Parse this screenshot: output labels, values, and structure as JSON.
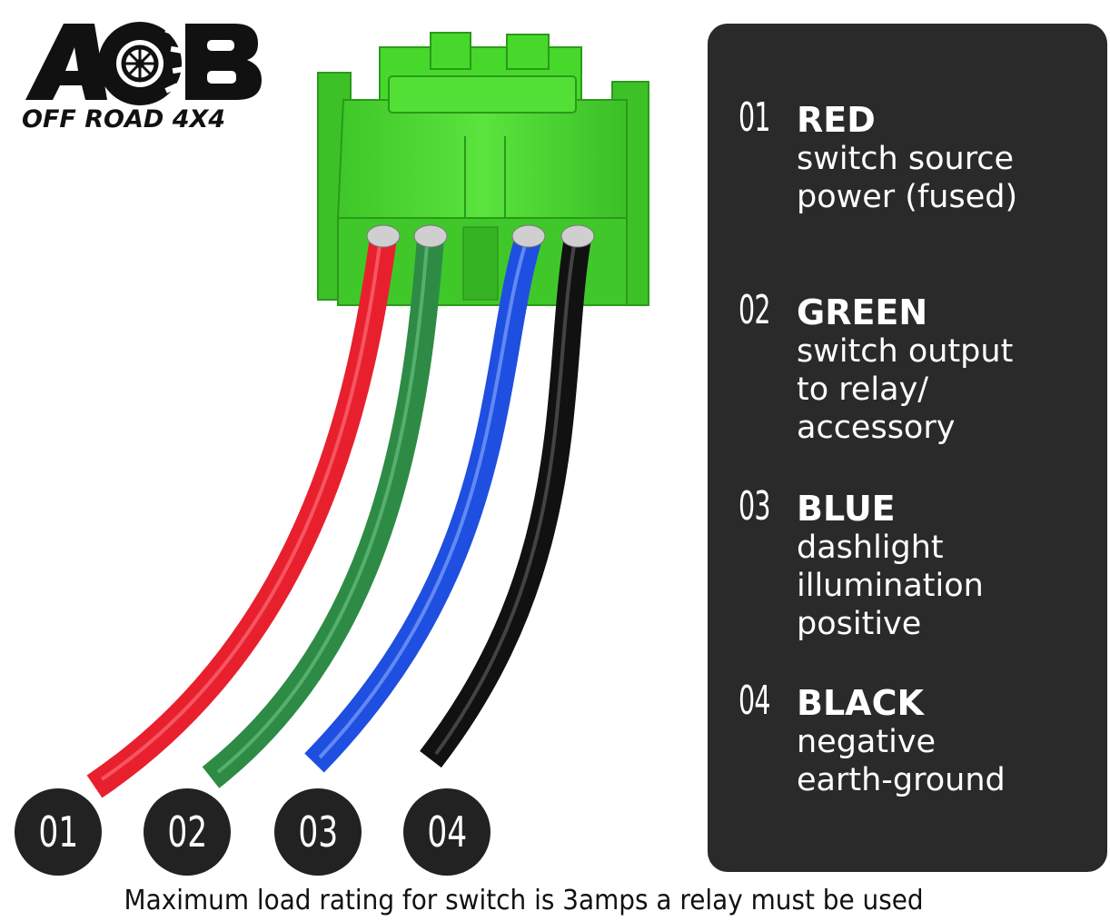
{
  "logo": {
    "letter_left": "A",
    "letter_right": "B",
    "tagline": "OFF ROAD 4X4"
  },
  "wires": [
    {
      "number": "01",
      "color_name": "RED",
      "description": [
        "switch source",
        "power (fused)"
      ],
      "color": "#e8202e"
    },
    {
      "number": "02",
      "color_name": "GREEN",
      "description": [
        "switch output",
        "to relay/",
        "accessory"
      ],
      "color": "#2e8b45"
    },
    {
      "number": "03",
      "color_name": "BLUE",
      "description": [
        "dashlight",
        "illumination",
        "positive"
      ],
      "color": "#1f4fe0"
    },
    {
      "number": "04",
      "color_name": "BLACK",
      "description": [
        "negative",
        "earth-ground"
      ],
      "color": "#111111"
    }
  ],
  "connector": {
    "color": "#47d82c"
  },
  "panel": {
    "background": "#2a2a2a"
  },
  "footer": {
    "note": "Maximum load rating for switch is 3amps a relay must be used"
  }
}
